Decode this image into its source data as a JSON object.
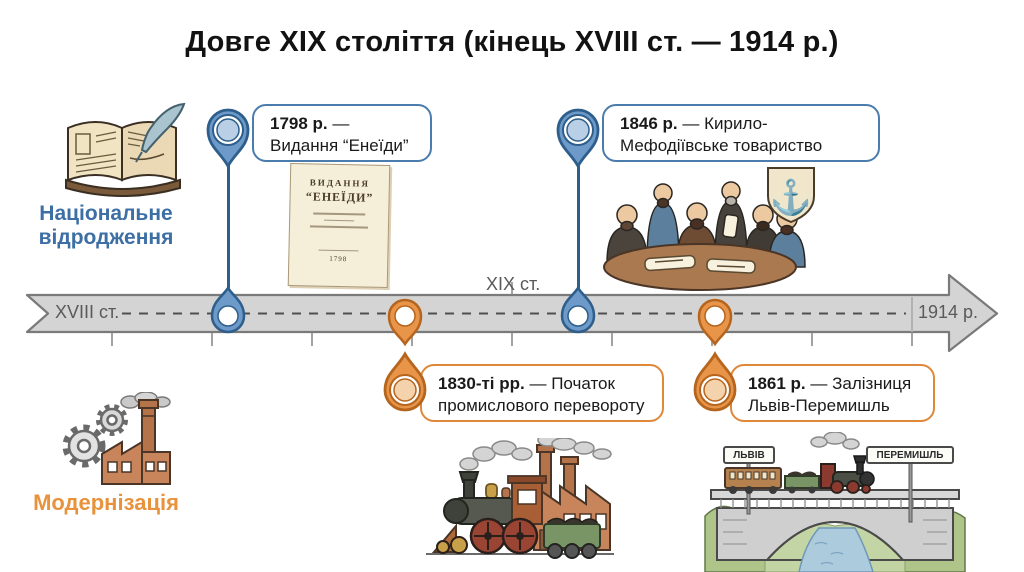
{
  "title": "Довге XIX століття (кінець XVIII ст. — 1914 р.)",
  "tracks": {
    "top": {
      "label": "Національне відродження",
      "icon": "open-book-quill-icon",
      "color": "#3d6fa5"
    },
    "bottom": {
      "label": "Модернізація",
      "icon": "gears-factory-icon",
      "color": "#e8923c"
    }
  },
  "timeline": {
    "start": "XVIII ст.",
    "mid": "XIX ст.",
    "end": "1914 р."
  },
  "events": {
    "e1798": {
      "date": "1798 р.",
      "desc": "— Видання “Енеїди”",
      "side": "top"
    },
    "e1846": {
      "date": "1846 р.",
      "desc": "— Кирило-Мефодіївське товариство",
      "side": "top"
    },
    "e1830": {
      "date": "1830-ті рр.",
      "desc": "— Початок промислового перевороту",
      "side": "bottom"
    },
    "e1861": {
      "date": "1861 р.",
      "desc": "— Залізниця Львів-Перемишль",
      "side": "bottom"
    }
  },
  "illustrations": {
    "eneida_page": {
      "line1": "ВИДАННЯ",
      "line2": "“ЕНЕЇДИ”",
      "year": "1798"
    },
    "bridge": {
      "sign_left": "ЛЬВІВ",
      "sign_right": "ПЕРЕМИШЛЬ"
    }
  },
  "icons": {
    "anchor": "⚓"
  },
  "colors": {
    "accent_blue": "#4a7dad",
    "accent_blue_dark": "#2e5e8c",
    "accent_blue_light": "#b9cfe6",
    "accent_orange": "#e0883a",
    "accent_orange_dark": "#b5651d",
    "accent_orange_light": "#f4d2ab",
    "band_fill": "#d4d4d4",
    "band_border": "#7a7a7a",
    "band_text": "#5a5a5a",
    "title": "#121212"
  }
}
